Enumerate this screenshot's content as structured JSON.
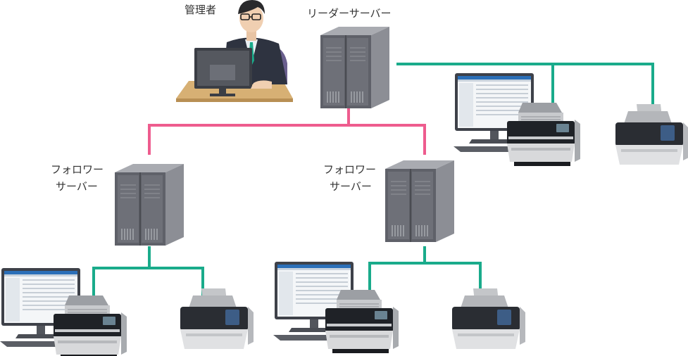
{
  "labels": {
    "admin": "管理者",
    "leader": "リーダーサーバー",
    "follower1_line1": "フォロワー",
    "follower1_line2": "サーバー",
    "follower2_line1": "フォロワー",
    "follower2_line2": "サーバー"
  },
  "colors": {
    "leader_link": "#ee5c8e",
    "device_link": "#1aab8b",
    "server_front": "#5f6169",
    "server_side": "#8c8e95",
    "server_top": "#a9abb1"
  },
  "icons": [
    "administrator-at-desk",
    "leader-server",
    "follower-server",
    "desktop-monitor",
    "document-scanner"
  ]
}
